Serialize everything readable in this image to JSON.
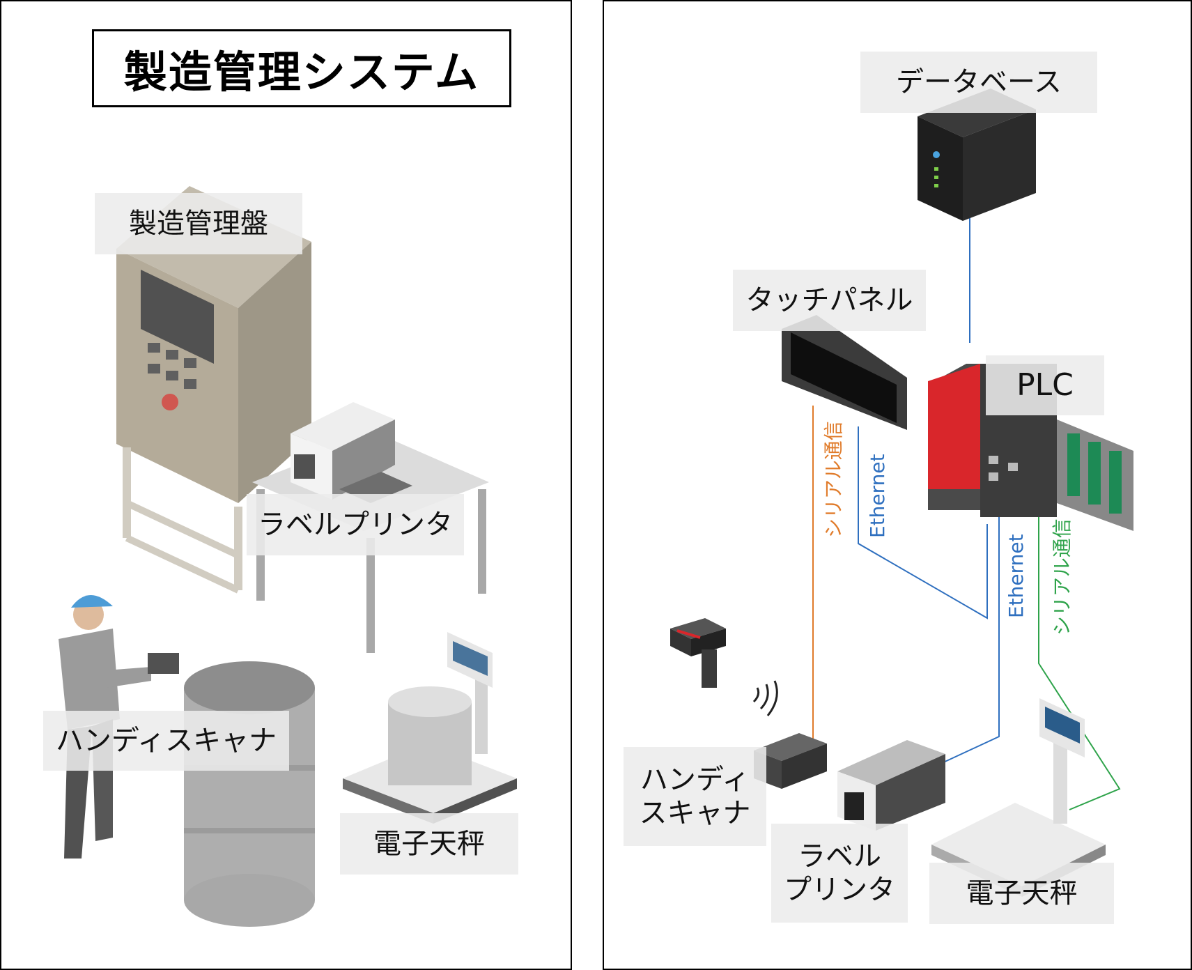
{
  "left_panel": {
    "title": "製造管理システム",
    "labels": {
      "control_panel": "製造管理盤",
      "label_printer": "ラベルプリンタ",
      "handy_scanner": "ハンディスキャナ",
      "scale": "電子天秤"
    }
  },
  "right_panel": {
    "labels": {
      "database": "データベース",
      "touch_panel": "タッチパネル",
      "plc": "PLC",
      "handy_scanner_line1": "ハンディ",
      "handy_scanner_line2": "スキャナ",
      "label_printer_line1": "ラベル",
      "label_printer_line2": "プリンタ",
      "scale": "電子天秤"
    },
    "connections": {
      "serial_1": "シリアル通信",
      "ethernet_1": "Ethernet",
      "ethernet_2": "Ethernet",
      "serial_2": "シリアル通信"
    },
    "colors": {
      "ethernet": "#2e6fbf",
      "serial_orange": "#e07b2a",
      "serial_green": "#2ea34a",
      "plc_red": "#d9262b"
    }
  }
}
